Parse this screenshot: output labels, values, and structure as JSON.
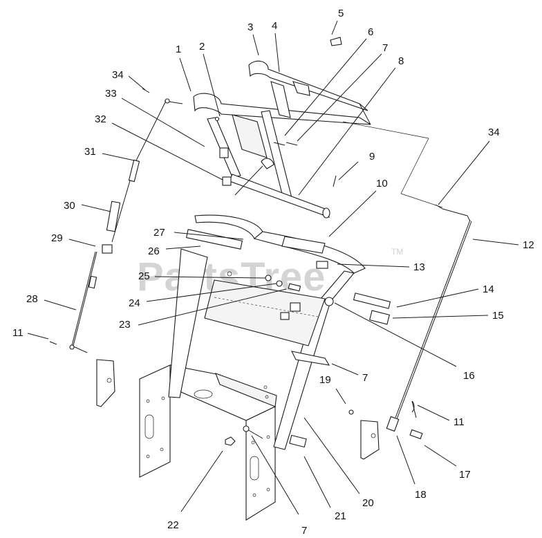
{
  "watermark": {
    "text": "PartsTree",
    "trademark": "TM"
  },
  "callouts": [
    {
      "id": "c1",
      "text": "1"
    },
    {
      "id": "c2",
      "text": "2"
    },
    {
      "id": "c3",
      "text": "3"
    },
    {
      "id": "c4",
      "text": "4"
    },
    {
      "id": "c5",
      "text": "5"
    },
    {
      "id": "c6",
      "text": "6"
    },
    {
      "id": "c7a",
      "text": "7"
    },
    {
      "id": "c8",
      "text": "8"
    },
    {
      "id": "c9",
      "text": "9"
    },
    {
      "id": "c10",
      "text": "10"
    },
    {
      "id": "c34a",
      "text": "34"
    },
    {
      "id": "c33",
      "text": "33"
    },
    {
      "id": "c32",
      "text": "32"
    },
    {
      "id": "c31",
      "text": "31"
    },
    {
      "id": "c30",
      "text": "30"
    },
    {
      "id": "c29",
      "text": "29"
    },
    {
      "id": "c28",
      "text": "28"
    },
    {
      "id": "c11a",
      "text": "11"
    },
    {
      "id": "c27",
      "text": "27"
    },
    {
      "id": "c26",
      "text": "26"
    },
    {
      "id": "c25",
      "text": "25"
    },
    {
      "id": "c24",
      "text": "24"
    },
    {
      "id": "c23",
      "text": "23"
    },
    {
      "id": "c34b",
      "text": "34"
    },
    {
      "id": "c12",
      "text": "12"
    },
    {
      "id": "c13",
      "text": "13"
    },
    {
      "id": "c14",
      "text": "14"
    },
    {
      "id": "c15",
      "text": "15"
    },
    {
      "id": "c16",
      "text": "16"
    },
    {
      "id": "c7b",
      "text": "7"
    },
    {
      "id": "c19",
      "text": "19"
    },
    {
      "id": "c11b",
      "text": "11"
    },
    {
      "id": "c17",
      "text": "17"
    },
    {
      "id": "c18",
      "text": "18"
    },
    {
      "id": "c20",
      "text": "20"
    },
    {
      "id": "c21",
      "text": "21"
    },
    {
      "id": "c22",
      "text": "22"
    },
    {
      "id": "c7c",
      "text": "7"
    }
  ]
}
